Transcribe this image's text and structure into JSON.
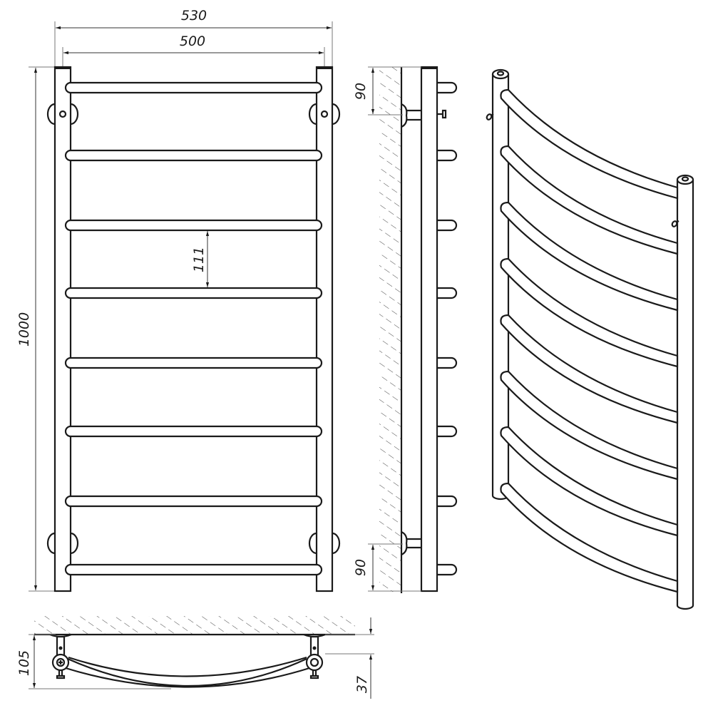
{
  "drawing": {
    "title": "Heated towel rail - technical drawing",
    "views": [
      "front",
      "side",
      "top",
      "perspective"
    ],
    "rung_count": 8
  },
  "dimensions": {
    "overall_width": "530",
    "center_distance": "500",
    "height": "1000",
    "rung_spacing": "111",
    "top_mount_offset": "90",
    "bottom_mount_offset": "90",
    "depth_total": "105",
    "depth_offset": "37"
  },
  "colors": {
    "line": "#1a1a1a",
    "background": "#ffffff"
  }
}
